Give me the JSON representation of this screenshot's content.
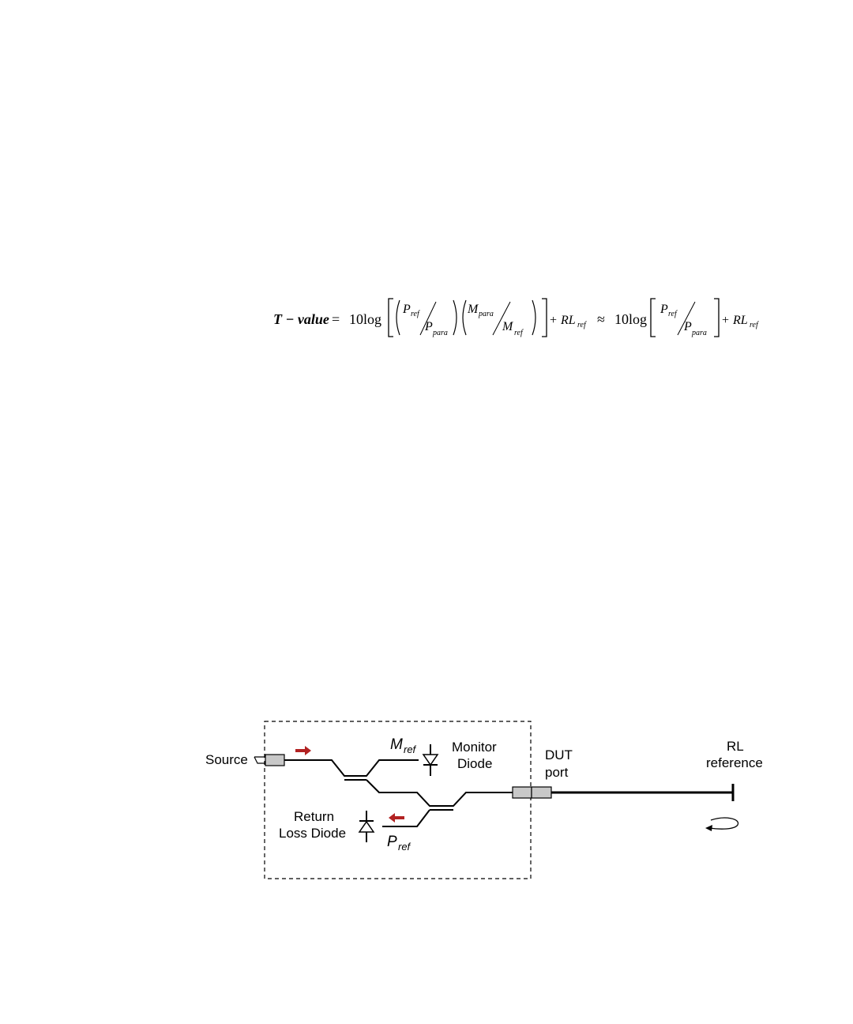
{
  "formula": {
    "lhs": "T − value",
    "eq": "=",
    "ten_log": "10log",
    "p_ref": "P",
    "p_ref_sub": "ref",
    "p_para": "P",
    "p_para_sub": "para",
    "m_para": "M",
    "m_para_sub": "para",
    "m_ref": "M",
    "m_ref_sub": "ref",
    "plus": "+",
    "rl": "RL",
    "rl_sub": "ref",
    "approx": "≈"
  },
  "diagram": {
    "source_label": "Source",
    "m_ref_label": "M",
    "m_ref_sub": "ref",
    "monitor_line1": "Monitor",
    "monitor_line2": "Diode",
    "dut_line1": "DUT",
    "dut_line2": "port",
    "rl_line1": "RL",
    "rl_line2": "reference",
    "return_line1": "Return",
    "return_line2": "Loss Diode",
    "p_ref_label": "P",
    "p_ref_sub": "ref",
    "colors": {
      "arrow": "#b22222",
      "connector": "#c8c8c8",
      "line": "#000000"
    }
  }
}
